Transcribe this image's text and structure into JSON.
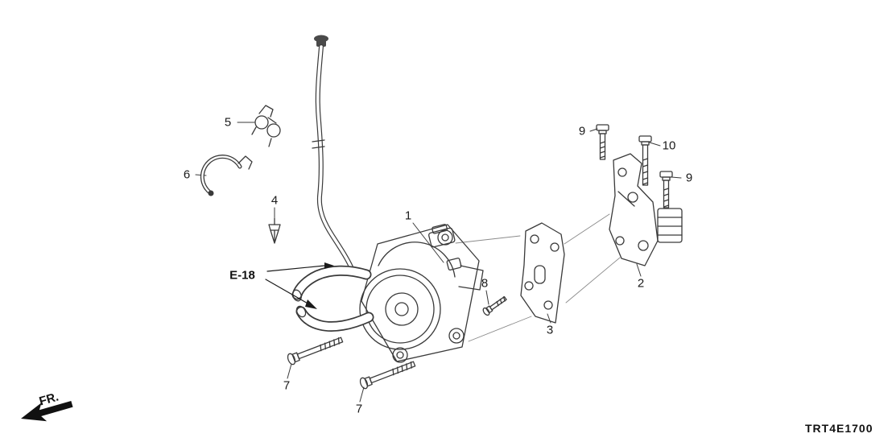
{
  "diagram": {
    "code": "TRT4E1700",
    "direction_label": "FR.",
    "reference_label": "E-18",
    "callouts": [
      {
        "id": "1",
        "label": "1"
      },
      {
        "id": "2",
        "label": "2"
      },
      {
        "id": "3",
        "label": "3"
      },
      {
        "id": "4",
        "label": "4"
      },
      {
        "id": "5",
        "label": "5"
      },
      {
        "id": "6",
        "label": "6"
      },
      {
        "id": "7a",
        "label": "7"
      },
      {
        "id": "7b",
        "label": "7"
      },
      {
        "id": "8",
        "label": "8"
      },
      {
        "id": "9a",
        "label": "9"
      },
      {
        "id": "9b",
        "label": "9"
      },
      {
        "id": "10",
        "label": "10"
      }
    ]
  }
}
